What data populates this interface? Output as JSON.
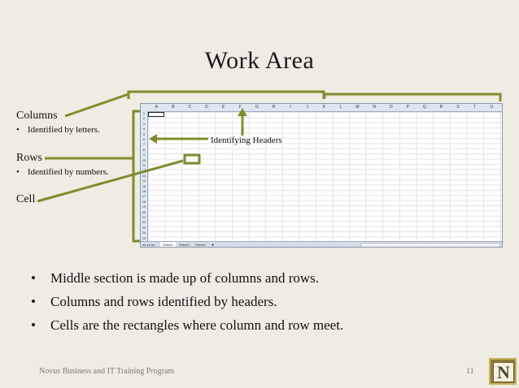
{
  "slide": {
    "title": "Work Area",
    "columns_label": "Columns",
    "columns_bullet": "Identified by letters.",
    "rows_label": "Rows",
    "rows_bullet": "Identified by numbers.",
    "cell_label": "Cell",
    "headers_annotation": "Identifying Headers",
    "bullet_char": "•",
    "bullets": [
      "Middle section is made up of columns and rows.",
      "Columns and rows identified by headers.",
      "Cells are the rectangles where column and row meet."
    ],
    "footer": "Novus Business and IT Training Program",
    "page_number": "11",
    "logo_letter": "N"
  },
  "spreadsheet": {
    "column_headers": [
      "A",
      "B",
      "C",
      "D",
      "E",
      "F",
      "G",
      "H",
      "I",
      "J",
      "K",
      "L",
      "M",
      "N",
      "O",
      "P",
      "Q",
      "R",
      "S",
      "T",
      "U"
    ],
    "row_headers": [
      "1",
      "2",
      "3",
      "4",
      "5",
      "6",
      "7",
      "8",
      "9",
      "10",
      "11",
      "12",
      "13",
      "14",
      "15",
      "16",
      "17",
      "18",
      "19",
      "20",
      "21",
      "22",
      "23",
      "24",
      "25"
    ],
    "sheet_tabs": [
      "Sheet1",
      "Sheet2",
      "Sheet3"
    ],
    "active_tab": "Sheet1",
    "nav_buttons": "◂◂ ◂ ▸ ▸▸"
  },
  "colors": {
    "background": "#efece3",
    "arrow": "#7f8c2e",
    "grid_header": "#dfe6ef"
  },
  "icons": [
    "arrow-up-icon",
    "arrow-left-icon",
    "bracket-icon",
    "new-sheet-icon"
  ]
}
